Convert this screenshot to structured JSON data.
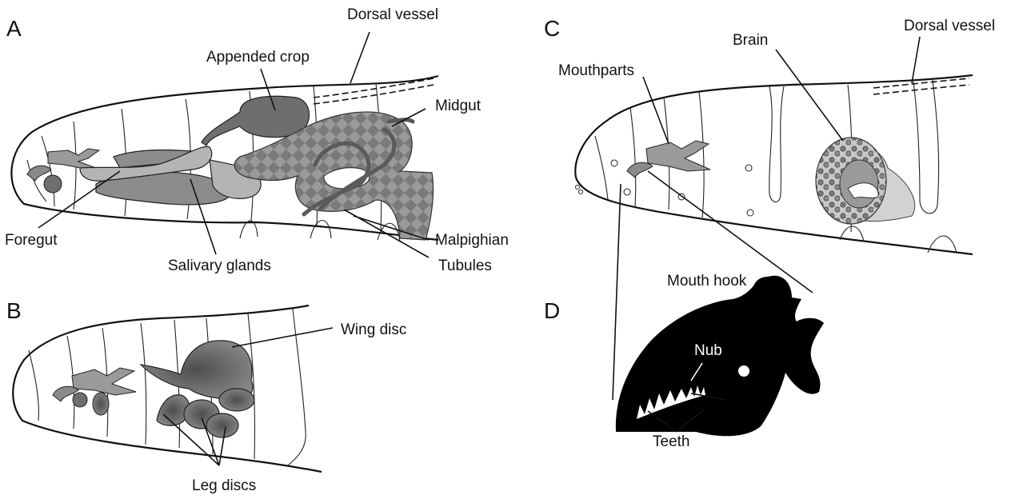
{
  "panels": {
    "A": {
      "letter": "A",
      "labels": {
        "dorsal_vessel": "Dorsal vessel",
        "appended_crop": "Appended crop",
        "midgut": "Midgut",
        "foregut": "Foregut",
        "salivary_glands": "Salivary glands",
        "malpighian_line1": "Malpighian",
        "malpighian_line2": "Tubules"
      }
    },
    "B": {
      "letter": "B",
      "labels": {
        "wing_disc": "Wing disc",
        "leg_discs": "Leg discs"
      }
    },
    "C": {
      "letter": "C",
      "labels": {
        "dorsal_vessel": "Dorsal vessel",
        "brain": "Brain",
        "mouthparts": "Mouthparts"
      }
    },
    "D": {
      "letter": "D",
      "labels": {
        "mouth_hook": "Mouth hook",
        "nub": "Nub",
        "teeth": "Teeth"
      }
    }
  },
  "colors": {
    "organ_dark": "#6e6e6e",
    "organ_mid": "#8c8c8c",
    "organ_light": "#b4b4b4",
    "outline": "#111111",
    "hook_fill": "#000000"
  }
}
